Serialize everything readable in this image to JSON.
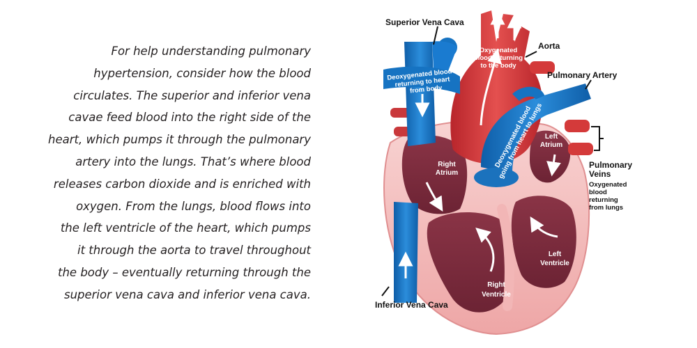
{
  "paragraph": {
    "lines": [
      "For help understanding pulmonary",
      "hypertension, consider how the blood",
      "circulates. The superior and inferior vena",
      "cavae feed blood into the right side of the",
      "heart, which pumps it through the pulmonary",
      "artery into the lungs. That’s where blood",
      "releases carbon dioxide and is enriched with",
      "oxygen. From the lungs, blood flows into",
      "the left ventricle of the heart, which pumps",
      "it through the aorta to travel throughout",
      "the body – eventually returning through the",
      "superior vena cava and inferior vena cava."
    ]
  },
  "labels": {
    "superior_vena_cava": "Superior Vena Cava",
    "aorta": "Aorta",
    "pulmonary_artery": "Pulmonary Artery",
    "pulmonary_veins": [
      "Pulmonary",
      "Veins"
    ],
    "pulmonary_veins_note": [
      "Oxygenated",
      "blood",
      "returning",
      "from lungs"
    ],
    "inferior_vena_cava": "Inferior Vena Cava",
    "deoxygenated_to_heart": [
      "Deoxygenated blood",
      "returning to heart",
      "from body"
    ],
    "oxygenated_to_body": [
      "Oxygenated",
      "blood returning",
      "to the body"
    ],
    "deoxygenated_to_lungs": [
      "Deoxygenated blood",
      "going from heart to lungs"
    ],
    "right_atrium": [
      "Right",
      "Atrium"
    ],
    "left_atrium": [
      "Left",
      "Atrium"
    ],
    "left_ventricle": [
      "Left",
      "Ventricle"
    ],
    "right_ventricle": [
      "Right",
      "Ventricle"
    ]
  },
  "colors": {
    "text": "#231f20",
    "vein_blue": "#1673c2",
    "artery_red": "#d43a3a",
    "muscle_pink": "#f3b5b3",
    "chamber_dark": "#7a2d3d"
  }
}
